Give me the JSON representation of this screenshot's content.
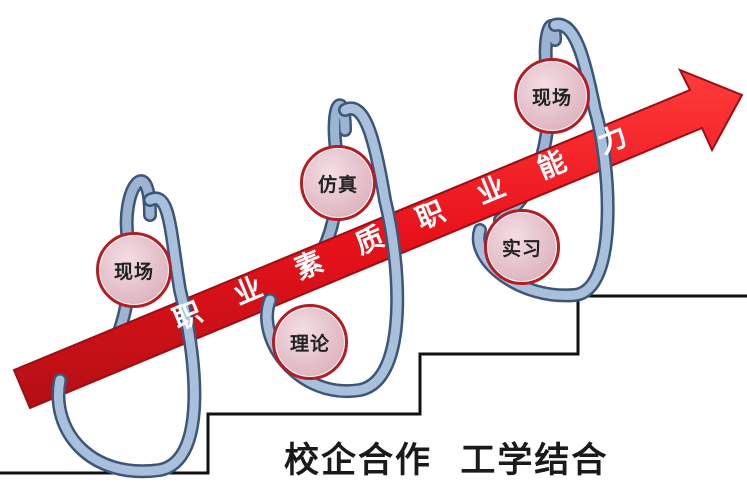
{
  "diagram": {
    "arrow_label": "职 业 素 质 职 业 能 力",
    "slogan": "校企合作  工学结合",
    "badges": [
      {
        "label": "现场"
      },
      {
        "label": "理论"
      },
      {
        "label": "仿真"
      },
      {
        "label": "实习"
      },
      {
        "label": "现场"
      }
    ],
    "colors": {
      "arrow": "#e8111a",
      "arrow_border": "#b30f15",
      "coil": "#8ea7c4",
      "coil_outline": "#3d5678",
      "badge_border": "#b51c24",
      "badge_fill": "#e2bcc6",
      "steps": "#111111"
    }
  }
}
